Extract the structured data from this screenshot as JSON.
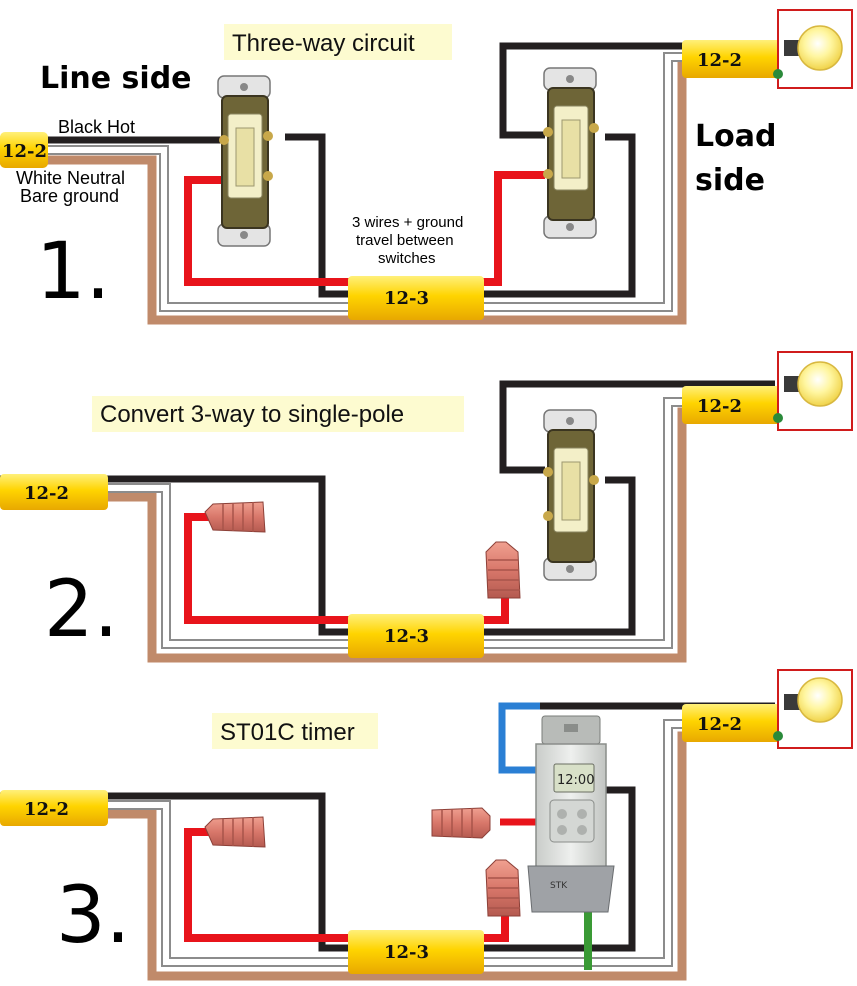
{
  "diagram": {
    "title_section1": "Three-way circuit",
    "title_section2": "Convert 3-way to single-pole",
    "title_section3": "ST01C timer",
    "line_side": "Line side",
    "load_side_line1": "Load",
    "load_side_line2": "side",
    "wire_black": "Black Hot",
    "wire_white": "White Neutral",
    "wire_ground": "Bare ground",
    "traveler_note": [
      "3 wires + ground",
      "travel between",
      "switches"
    ],
    "cable_12_2": "12-2",
    "cable_12_3": "12-3",
    "step_1": "1.",
    "step_2": "2.",
    "step_3": "3.",
    "timer_display": "12:00",
    "timer_brand": "STK"
  },
  "colors": {
    "hot": "#231f20",
    "neutral": "#ffffff",
    "ground": "#c08a6a",
    "traveler_red": "#e8141b",
    "timer_blue": "#2a7fd4",
    "timer_green": "#3a9a35",
    "cable_jacket": "#ffd400",
    "title_bg": "#fdfbd0",
    "wire_nut": "#d8776a"
  },
  "icons": [
    "toggle-switch-icon",
    "light-bulb-icon",
    "wire-nut-icon",
    "timer-switch-icon"
  ]
}
